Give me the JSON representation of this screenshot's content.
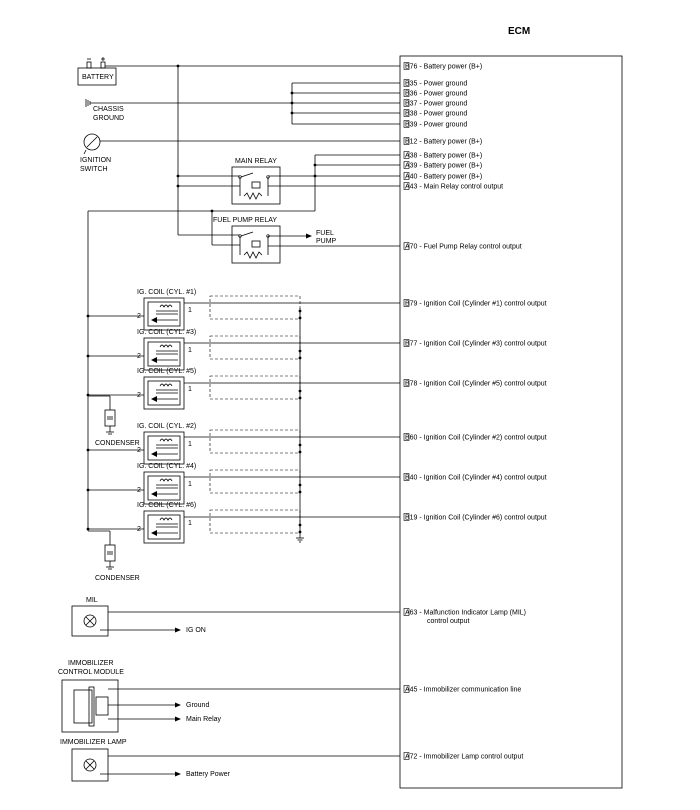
{
  "ecm": {
    "title": "ECM"
  },
  "pins": [
    {
      "id": "B76",
      "text": "Battery power (B+)"
    },
    {
      "id": "B35",
      "text": "Power ground"
    },
    {
      "id": "B36",
      "text": "Power ground"
    },
    {
      "id": "B37",
      "text": "Power ground"
    },
    {
      "id": "B38",
      "text": "Power ground"
    },
    {
      "id": "B39",
      "text": "Power ground"
    },
    {
      "id": "B12",
      "text": "Battery power (B+)"
    },
    {
      "id": "A38",
      "text": "Battery power (B+)"
    },
    {
      "id": "A39",
      "text": "Battery power (B+)"
    },
    {
      "id": "A40",
      "text": "Battery power (B+)"
    },
    {
      "id": "A43",
      "text": "Main Relay control output"
    },
    {
      "id": "A70",
      "text": "Fuel Pump Relay control output"
    },
    {
      "id": "B79",
      "text": "Ignition Coil (Cylinder #1) control output"
    },
    {
      "id": "B77",
      "text": "Ignition Coil (Cylinder #3) control output"
    },
    {
      "id": "B78",
      "text": "Ignition Coil (Cylinder #5) control output"
    },
    {
      "id": "B60",
      "text": "Ignition Coil (Cylinder #2) control output"
    },
    {
      "id": "B40",
      "text": "Ignition Coil (Cylinder #4) control output"
    },
    {
      "id": "B19",
      "text": "Ignition Coil (Cylinder #6) control output"
    },
    {
      "id": "A63",
      "text": "Malfunction Indicator Lamp (MIL)",
      "text2": "control output"
    },
    {
      "id": "A45",
      "text": "Immobilizer communication line"
    },
    {
      "id": "A72",
      "text": "Immobilizer Lamp control output"
    }
  ],
  "components": {
    "battery": "BATTERY",
    "chassis_ground": [
      "CHASSIS",
      "GROUND"
    ],
    "ignition_switch": [
      "IGNITION",
      "SWITCH"
    ],
    "main_relay": "MAIN RELAY",
    "fuel_pump_relay": "FUEL PUMP RELAY",
    "fuel_pump": [
      "FUEL",
      "PUMP"
    ],
    "coils": [
      "IG. COIL (CYL. #1)",
      "IG. COIL (CYL. #3)",
      "IG. COIL (CYL. #5)",
      "IG. COIL (CYL. #2)",
      "IG. COIL (CYL. #4)",
      "IG. COIL (CYL. #6)"
    ],
    "coil_pin_left": "2",
    "coil_pin_right": "1",
    "condenser": "CONDENSER",
    "mil": "MIL",
    "ig_on": "IG ON",
    "immobilizer_module": [
      "IMMOBILIZER",
      "CONTROL MODULE"
    ],
    "ground": "Ground",
    "main_relay_out": "Main Relay",
    "immobilizer_lamp": "IMMOBILIZER LAMP",
    "battery_power": "Battery Power"
  }
}
